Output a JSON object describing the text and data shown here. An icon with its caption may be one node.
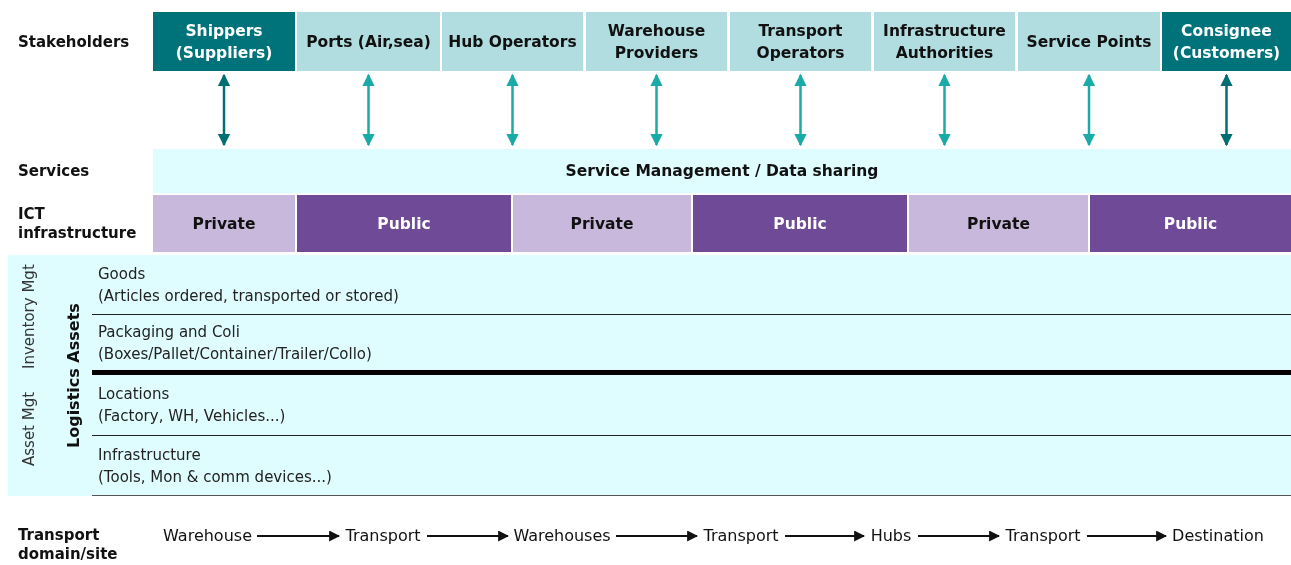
{
  "diagram": {
    "nodes": [
      {
        "text": [
          "Shippers (Suppliers)"
        ]
      },
      {
        "text": [
          "Ports (Air,sea)"
        ]
      },
      {
        "text": [
          "Hub Operators"
        ]
      },
      {
        "text": [
          "Warehouse Providers"
        ]
      },
      {
        "text": [
          "Transport Operators"
        ]
      },
      {
        "text": [
          "Infrastructure Authorities"
        ]
      },
      {
        "text": [
          "Service Points"
        ]
      },
      {
        "text": [
          "Consignee (Customers)"
        ]
      },
      {
        "text": [
          "Service Management / Data sharing"
        ]
      },
      {
        "text": [
          "Private"
        ]
      },
      {
        "text": [
          "Public"
        ]
      },
      {
        "text": [
          "Private"
        ]
      },
      {
        "text": [
          "Public"
        ]
      },
      {
        "text": [
          "Private"
        ]
      },
      {
        "text": [
          "Public"
        ]
      },
      {
        "text": [
          "Logistics Assets"
        ]
      },
      {
        "text": [
          "Goods",
          "(Articles ordered, transported or stored)"
        ],
        "in": 15
      },
      {
        "text": [
          "Packaging and Coli",
          "(Boxes/Pallet/Container/Trailer/Collo)"
        ],
        "in": 15
      },
      {
        "text": [
          "Locations",
          "(Factory, WH, Vehicles...)"
        ],
        "in": 15
      },
      {
        "text": [
          "Infrastructure",
          "(Tools, Mon & comm devices...)"
        ],
        "in": 15
      },
      {
        "text": [
          "Warehouse"
        ]
      },
      {
        "text": [
          "Transport"
        ]
      },
      {
        "text": [
          "Warehouses"
        ]
      },
      {
        "text": [
          "Transport"
        ]
      },
      {
        "text": [
          "Hubs"
        ]
      },
      {
        "text": [
          "Transport"
        ]
      },
      {
        "text": [
          "Destination"
        ]
      }
    ],
    "edges": [
      {
        "from": 0,
        "to": 8,
        "arrow": "both",
        "color": "#006e73"
      },
      {
        "from": 1,
        "to": 8,
        "arrow": "both"
      },
      {
        "from": 2,
        "to": 8,
        "arrow": "both"
      },
      {
        "from": 3,
        "to": 8,
        "arrow": "both"
      },
      {
        "from": 4,
        "to": 8,
        "arrow": "both"
      },
      {
        "from": 5,
        "to": 8,
        "arrow": "both"
      },
      {
        "from": 6,
        "to": 8,
        "arrow": "both"
      },
      {
        "from": 7,
        "to": 8,
        "arrow": "both",
        "color": "#006e73"
      },
      {
        "from": 20,
        "to": 21,
        "arrow": "to",
        "color": "#111111"
      },
      {
        "from": 21,
        "to": 22,
        "arrow": "to",
        "color": "#111111"
      },
      {
        "from": 22,
        "to": 23,
        "arrow": "to",
        "color": "#111111"
      },
      {
        "from": 23,
        "to": 24,
        "arrow": "to",
        "color": "#111111"
      },
      {
        "from": 24,
        "to": 25,
        "arrow": "to",
        "color": "#111111"
      },
      {
        "from": 25,
        "to": 26,
        "arrow": "to",
        "color": "#111111"
      }
    ],
    "labels": [
      "Stakeholders",
      "Services",
      "ICT infrastructure",
      "Inventory Mgt",
      "Asset Mgt",
      "Transport domain/site"
    ]
  }
}
